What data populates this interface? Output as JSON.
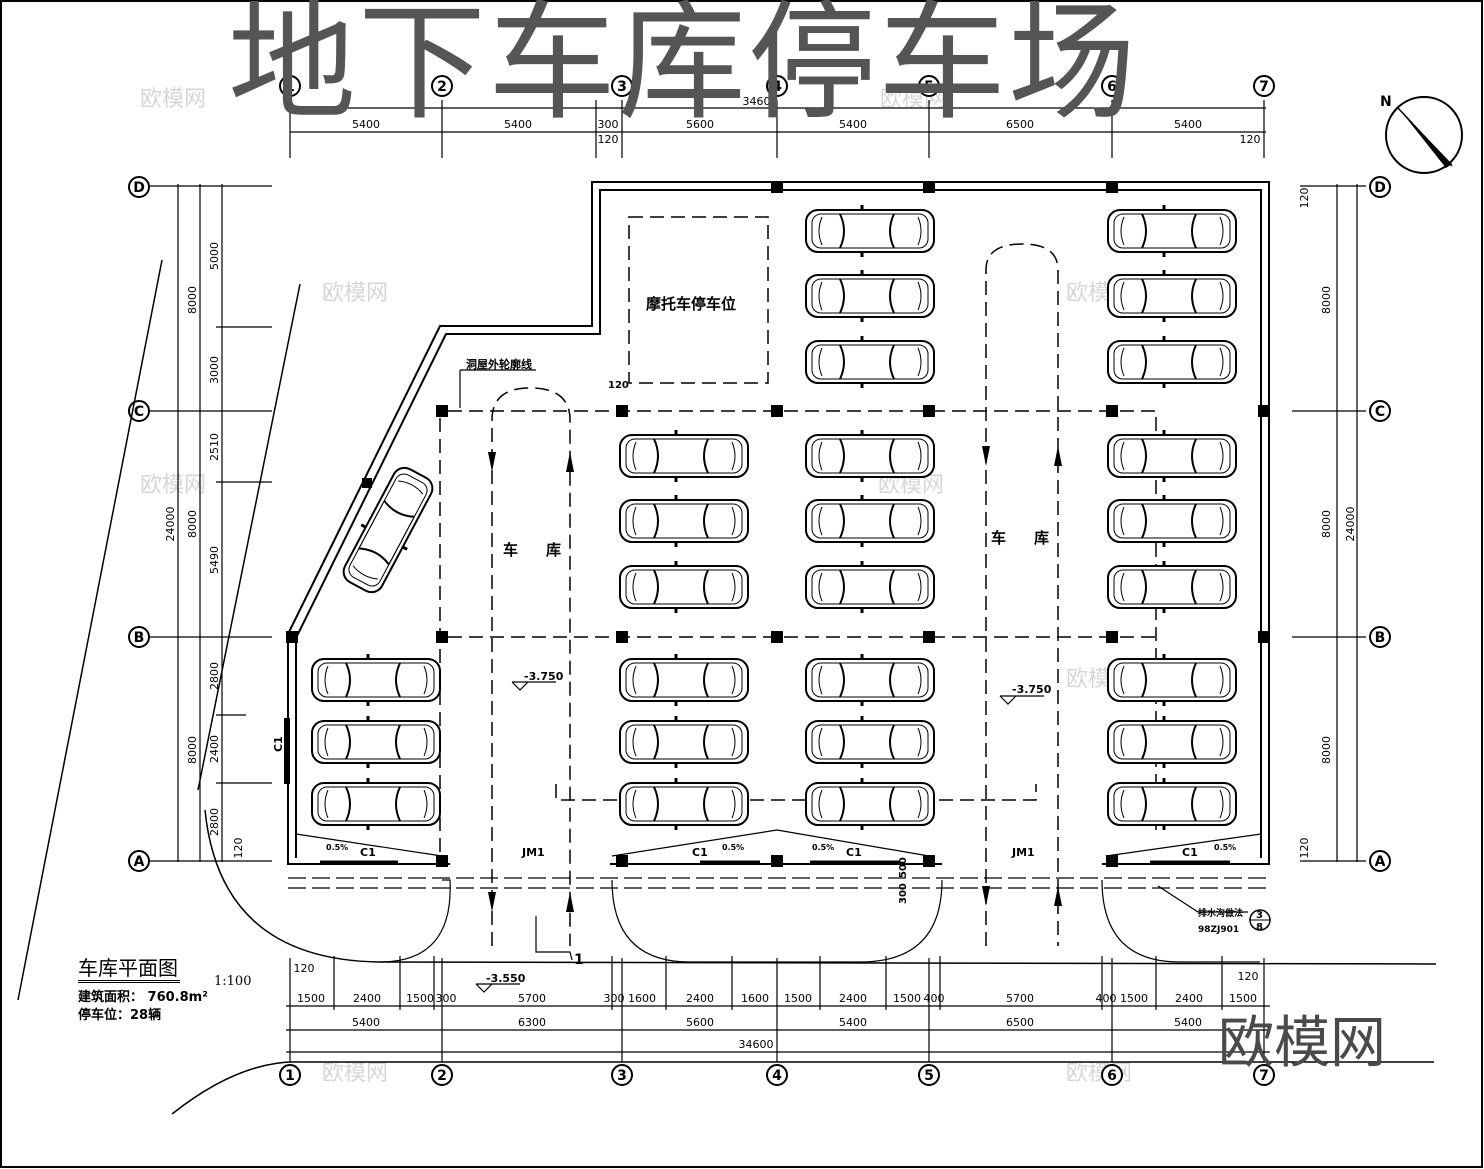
{
  "title": "地下车库停车场",
  "watermark_brand": "欧模网",
  "watermark_small": "欧模网",
  "north": "N",
  "axes": {
    "columns": [
      "1",
      "2",
      "3",
      "4",
      "5",
      "6",
      "7"
    ],
    "rows": [
      "A",
      "B",
      "C",
      "D"
    ]
  },
  "dims_top": [
    "5400",
    "5400",
    "300",
    "5600",
    "5400",
    "6500",
    "5400"
  ],
  "dims_top_total": "34600",
  "dims_top_small": [
    "120",
    "120"
  ],
  "dims_left_outer": "24000",
  "dims_left_mid": [
    "8000",
    "8000",
    "8000"
  ],
  "dims_left_inner": [
    "5000",
    "3000",
    "2510",
    "5490",
    "2800",
    "2400",
    "2800"
  ],
  "dims_left_small": "120",
  "dims_right_outer": "24000",
  "dims_right_mid": [
    "8000",
    "8000",
    "8000"
  ],
  "dims_right_small": [
    "120",
    "120"
  ],
  "dims_bottom_fine": [
    "1500",
    "2400",
    "1500",
    "300",
    "5700",
    "300",
    "1600",
    "2400",
    "1600",
    "1500",
    "2400",
    "1500",
    "400",
    "5700",
    "400",
    "1500",
    "2400",
    "1500"
  ],
  "dims_bottom_mid": [
    "5400",
    "6300",
    "5600",
    "5400",
    "6500",
    "5400"
  ],
  "dims_bottom_total": "34600",
  "dims_bottom_small": [
    "120",
    "120"
  ],
  "labels": {
    "moto": "摩托车停车位",
    "garage": "车  库",
    "garage_char1": "车",
    "garage_char2": "库",
    "outline": "洞屋外轮廓线",
    "level1": "-3.750",
    "level2": "-3.750",
    "level3": "-3.550",
    "jm": "JM1",
    "c1": "C1",
    "slope": "0.5%",
    "drain": "排水沟做法",
    "drain_ref": "98ZJ901",
    "detail_top": "3",
    "detail_bot": "8",
    "section_num": "1",
    "gap": "300",
    "gap2": "500",
    "dim120": "120"
  },
  "legend": {
    "title": "车库平面图",
    "scale": "1:100",
    "area": "建筑面积：  760.8m²",
    "spaces": "停车位：28辆"
  }
}
